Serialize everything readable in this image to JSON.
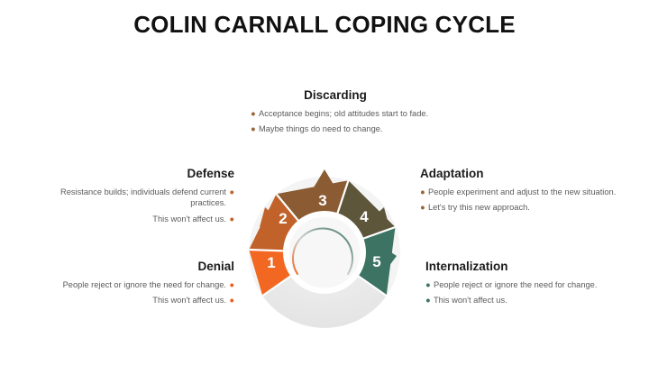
{
  "title": "COLIN CARNALL COPING CYCLE",
  "colors": {
    "stage1": "#F26722",
    "stage2": "#C1622A",
    "stage3": "#8B5C33",
    "stage4": "#5E563B",
    "stage5": "#3D7363",
    "empty": "#E8E8E8",
    "heading": "#1C1C1C",
    "body": "#5B5B5B"
  },
  "wheel": {
    "segments": [
      {
        "number": "1",
        "label": "Denial",
        "color": "#F26722"
      },
      {
        "number": "2",
        "label": "Defense",
        "color": "#C1622A"
      },
      {
        "number": "3",
        "label": "Discarding",
        "color": "#8B5C33"
      },
      {
        "number": "4",
        "label": "Adaptation",
        "color": "#5E563B"
      },
      {
        "number": "5",
        "label": "Internalization",
        "color": "#3D7363"
      }
    ]
  },
  "blocks": {
    "discarding": {
      "heading": "Discarding",
      "bullet_color": "#9A6434",
      "items": [
        "Acceptance begins; old attitudes start to fade.",
        "Maybe things do need to change."
      ]
    },
    "defense": {
      "heading": "Defense",
      "bullet_color": "#E8601F",
      "items": [
        "Resistance builds; individuals defend current practices.",
        "This won't affect us."
      ]
    },
    "denial": {
      "heading": "Denial",
      "bullet_color": "#E8601F",
      "items": [
        "People reject or ignore the need for change.",
        "This won't affect us."
      ]
    },
    "adaptation": {
      "heading": "Adaptation",
      "bullet_color": "#9A6434",
      "items": [
        "People experiment and adjust to the new situation.",
        "Let's try this new approach."
      ]
    },
    "internalization": {
      "heading": "Internalization",
      "bullet_color": "#3D7363",
      "items": [
        "People reject or ignore the need for change.",
        "This won't affect us."
      ]
    }
  }
}
